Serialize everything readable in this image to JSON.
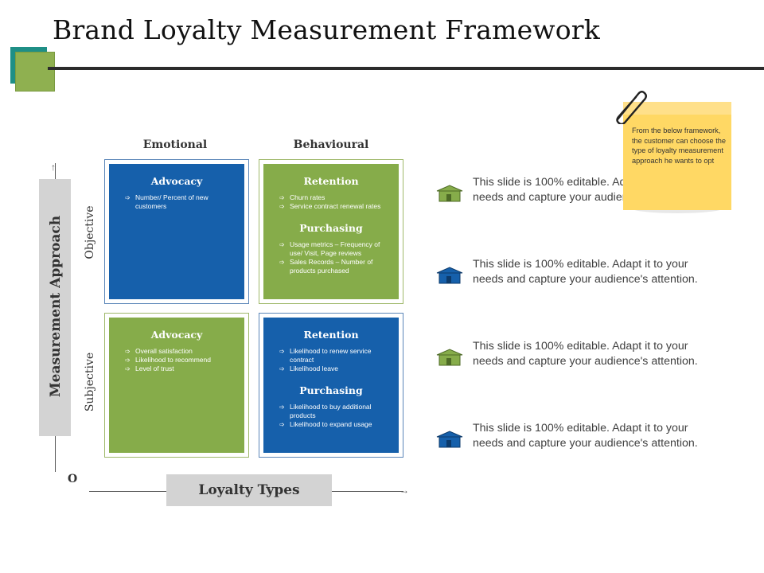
{
  "title": "Brand Loyalty Measurement Framework",
  "columns": [
    "Emotional",
    "Behavioural"
  ],
  "rows": [
    "Objective",
    "Subjective"
  ],
  "y_axis_label": "Measurement Approach",
  "x_axis_label": "Loyalty Types",
  "origin_label": "O",
  "cells": {
    "obj_emo": {
      "color": "#1660ab",
      "sections": [
        {
          "heading": "Advocacy",
          "items": [
            "Number/ Percent of new customers"
          ]
        }
      ]
    },
    "obj_beh": {
      "color": "#86ac4a",
      "sections": [
        {
          "heading": "Retention",
          "items": [
            "Churn rates",
            "Service contract renewal rates"
          ]
        },
        {
          "heading": "Purchasing",
          "items": [
            "Usage metrics – Frequency of use/ Visit, Page reviews",
            "Sales Records – Number of products purchased"
          ]
        }
      ]
    },
    "sub_emo": {
      "color": "#86ac4a",
      "sections": [
        {
          "heading": "Advocacy",
          "items": [
            "Overall satisfaction",
            "Likelihood to recommend",
            "Level of trust"
          ]
        }
      ]
    },
    "sub_beh": {
      "color": "#1660ab",
      "sections": [
        {
          "heading": "Retention",
          "items": [
            "Likelihood to renew service contract",
            "Likelihood leave"
          ]
        },
        {
          "heading": "Purchasing",
          "items": [
            "Likelihood to buy additional products",
            "Likelihood to expand usage"
          ]
        }
      ]
    }
  },
  "list_items": [
    {
      "text": "This slide is 100% editable. Adapt it to your needs and capture your audience's attention.",
      "icon": "box-icon",
      "color": "#86ac4a"
    },
    {
      "text": "This slide is 100% editable. Adapt it to your needs and capture your audience's attention.",
      "icon": "box-icon",
      "color": "#1660ab"
    },
    {
      "text": "This slide is 100% editable. Adapt it to your needs and capture your audience's attention.",
      "icon": "box-icon",
      "color": "#86ac4a"
    },
    {
      "text": "This slide is 100% editable. Adapt it to your needs and capture your audience's attention.",
      "icon": "box-icon",
      "color": "#1660ab"
    }
  ],
  "sticky_note": "From the below framework, the customer can choose the type of loyalty measurement approach he wants to opt",
  "colors": {
    "blue": "#1660ab",
    "green": "#86ac4a",
    "teal": "#1f8f86",
    "note": "#ffd864"
  }
}
